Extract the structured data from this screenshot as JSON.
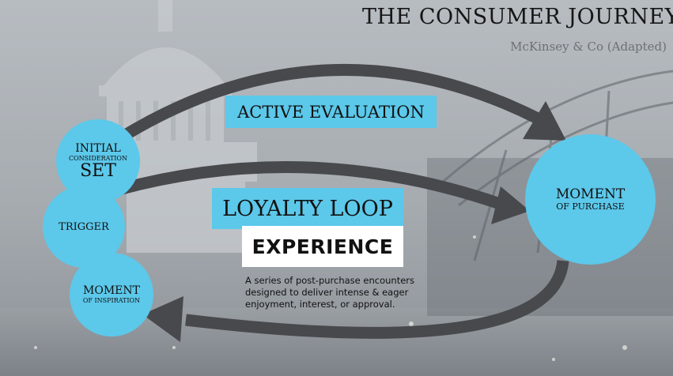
{
  "header": {
    "title": "THE CONSUMER JOURNEY",
    "subtitle": "McKinsey & Co (Adapted)"
  },
  "labels": {
    "active_evaluation": "ACTIVE EVALUATION",
    "loyalty_loop": "LOYALTY LOOP",
    "experience": "EXPERIENCE",
    "experience_description": "A series of post-purchase encounters designed to deliver intense & eager enjoyment, interest, or approval."
  },
  "stages": {
    "initial": {
      "line1": "INITIAL",
      "line2": "CONSIDERATION",
      "line3": "SET"
    },
    "trigger": {
      "label": "TRIGGER"
    },
    "inspiration": {
      "line1": "MOMENT",
      "line2": "OF INSPIRATION"
    },
    "purchase": {
      "line1": "MOMENT",
      "line2": "OF PURCHASE"
    }
  },
  "colors": {
    "accent": "#5cc8ea",
    "arrow": "#48494d",
    "background": "#adb2b7",
    "title": "#161616"
  },
  "icons": [
    "arrow-right-upper",
    "arrow-right-middle",
    "arrow-left-lower"
  ]
}
